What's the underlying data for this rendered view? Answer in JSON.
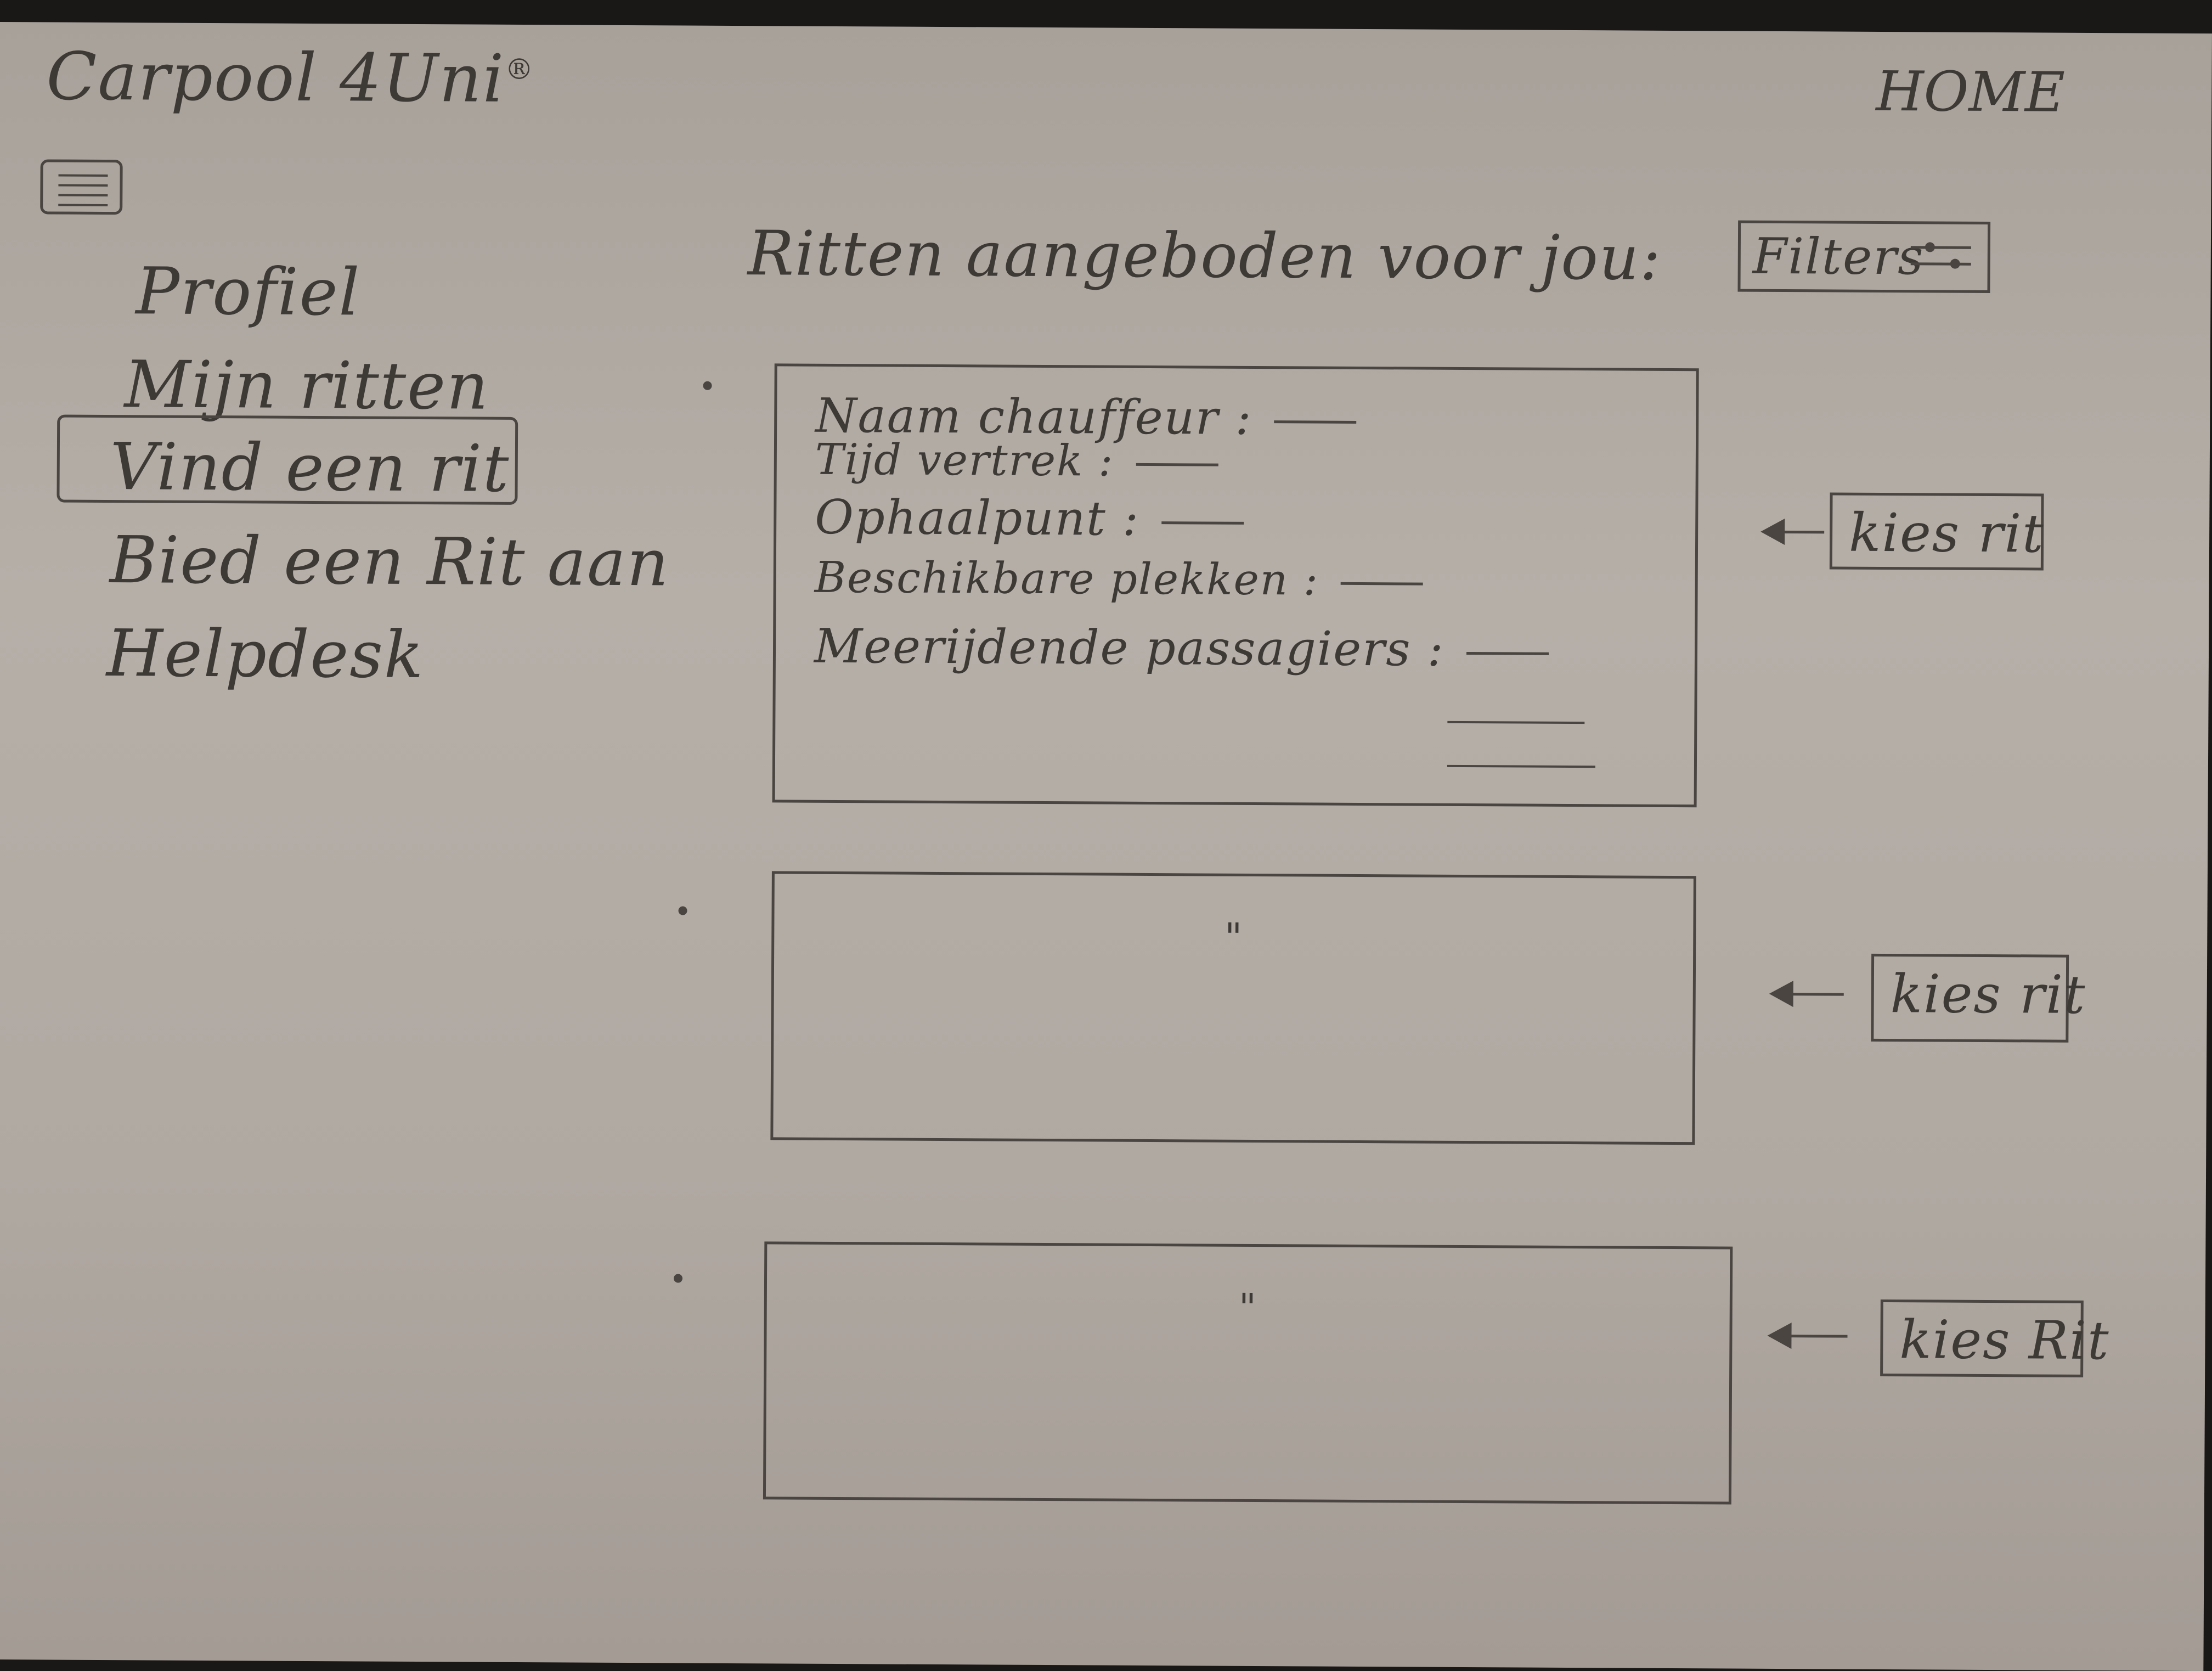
{
  "brand": {
    "name": "Carpool 4Uni",
    "mark": "®"
  },
  "header": {
    "home_label": "HOME"
  },
  "menu_icon": "hamburger-menu-icon",
  "nav": {
    "items": [
      {
        "label": "Profiel"
      },
      {
        "label": "Mijn ritten"
      },
      {
        "label": "Vind een rit"
      },
      {
        "label": "Bied een Rit aan"
      },
      {
        "label": "Helpdesk"
      }
    ],
    "active": "Vind een rit"
  },
  "main": {
    "heading": "Ritten aangeboden voor jou:",
    "filters_label": "Filters",
    "filters_icon": "sliders-icon",
    "rides": [
      {
        "fields": [
          {
            "label": "Naam chauffeur :"
          },
          {
            "label": "Tijd vertrek :"
          },
          {
            "label": "Ophaalpunt :"
          },
          {
            "label": "Beschikbare plekken :"
          },
          {
            "label": "Meerijdende passagiers :"
          }
        ],
        "select_label": "kies rit"
      },
      {
        "ditto": "\"",
        "select_label": "kies rit"
      },
      {
        "ditto": "\"",
        "select_label": "kies Rit"
      }
    ]
  }
}
